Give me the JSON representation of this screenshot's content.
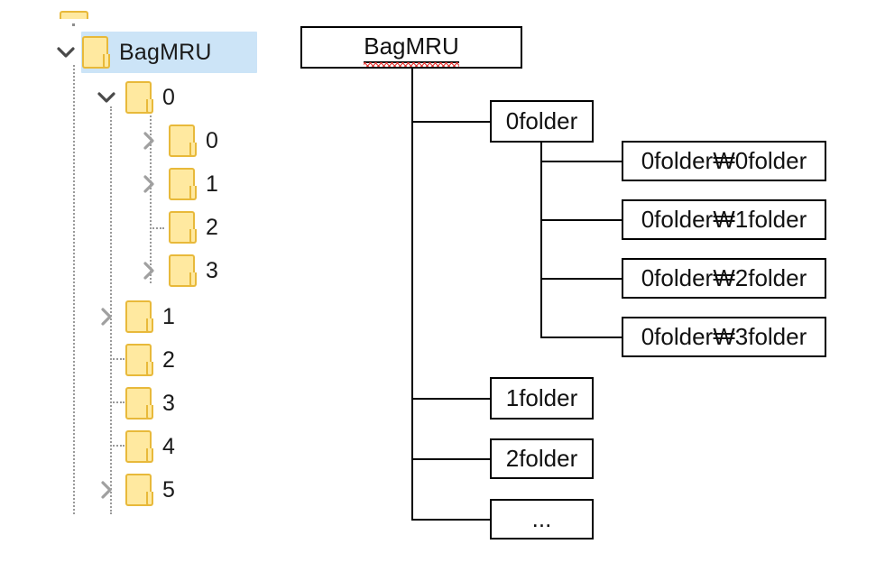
{
  "view": {
    "left_panel": "registry-tree",
    "right_panel": "hierarchy-diagram"
  },
  "tree": {
    "selected_item": "BagMRU",
    "selection_color": "#cce4f7",
    "folder_fill": "#ffe9a0",
    "folder_border": "#e8b93a",
    "guide_color": "#9a9a9a",
    "items": [
      {
        "label": "BagMRU",
        "depth": 0,
        "state": "expanded",
        "selected": true,
        "icon": "folder-icon",
        "toggle": "chevron-down-icon"
      },
      {
        "label": "0",
        "depth": 1,
        "state": "expanded",
        "selected": false,
        "icon": "folder-icon",
        "toggle": "chevron-down-icon"
      },
      {
        "label": "0",
        "depth": 2,
        "state": "collapsed",
        "selected": false,
        "icon": "folder-icon",
        "toggle": "chevron-right-icon"
      },
      {
        "label": "1",
        "depth": 2,
        "state": "collapsed",
        "selected": false,
        "icon": "folder-icon",
        "toggle": "chevron-right-icon"
      },
      {
        "label": "2",
        "depth": 2,
        "state": "leaf",
        "selected": false,
        "icon": "folder-icon",
        "toggle": "none"
      },
      {
        "label": "3",
        "depth": 2,
        "state": "collapsed",
        "selected": false,
        "icon": "folder-icon",
        "toggle": "chevron-right-icon"
      },
      {
        "label": "1",
        "depth": 1,
        "state": "collapsed",
        "selected": false,
        "icon": "folder-icon",
        "toggle": "chevron-right-icon"
      },
      {
        "label": "2",
        "depth": 1,
        "state": "leaf",
        "selected": false,
        "icon": "folder-icon",
        "toggle": "none"
      },
      {
        "label": "3",
        "depth": 1,
        "state": "leaf",
        "selected": false,
        "icon": "folder-icon",
        "toggle": "none"
      },
      {
        "label": "4",
        "depth": 1,
        "state": "leaf",
        "selected": false,
        "icon": "folder-icon",
        "toggle": "none"
      },
      {
        "label": "5",
        "depth": 1,
        "state": "collapsed",
        "selected": false,
        "icon": "folder-icon",
        "toggle": "chevron-right-icon"
      }
    ]
  },
  "diagram": {
    "root": {
      "label": "BagMRU",
      "spellcheck_underline": true,
      "underline": true
    },
    "level1": [
      {
        "label": "0folder"
      },
      {
        "label": "1folder"
      },
      {
        "label": "2folder"
      },
      {
        "label": "..."
      }
    ],
    "level2": [
      {
        "label": "0folder₩0folder"
      },
      {
        "label": "0folder₩1folder"
      },
      {
        "label": "0folder₩2folder"
      },
      {
        "label": "0folder₩3folder"
      }
    ],
    "separator_glyph": "₩",
    "line_color": "#000000",
    "box_fill": "#ffffff"
  }
}
